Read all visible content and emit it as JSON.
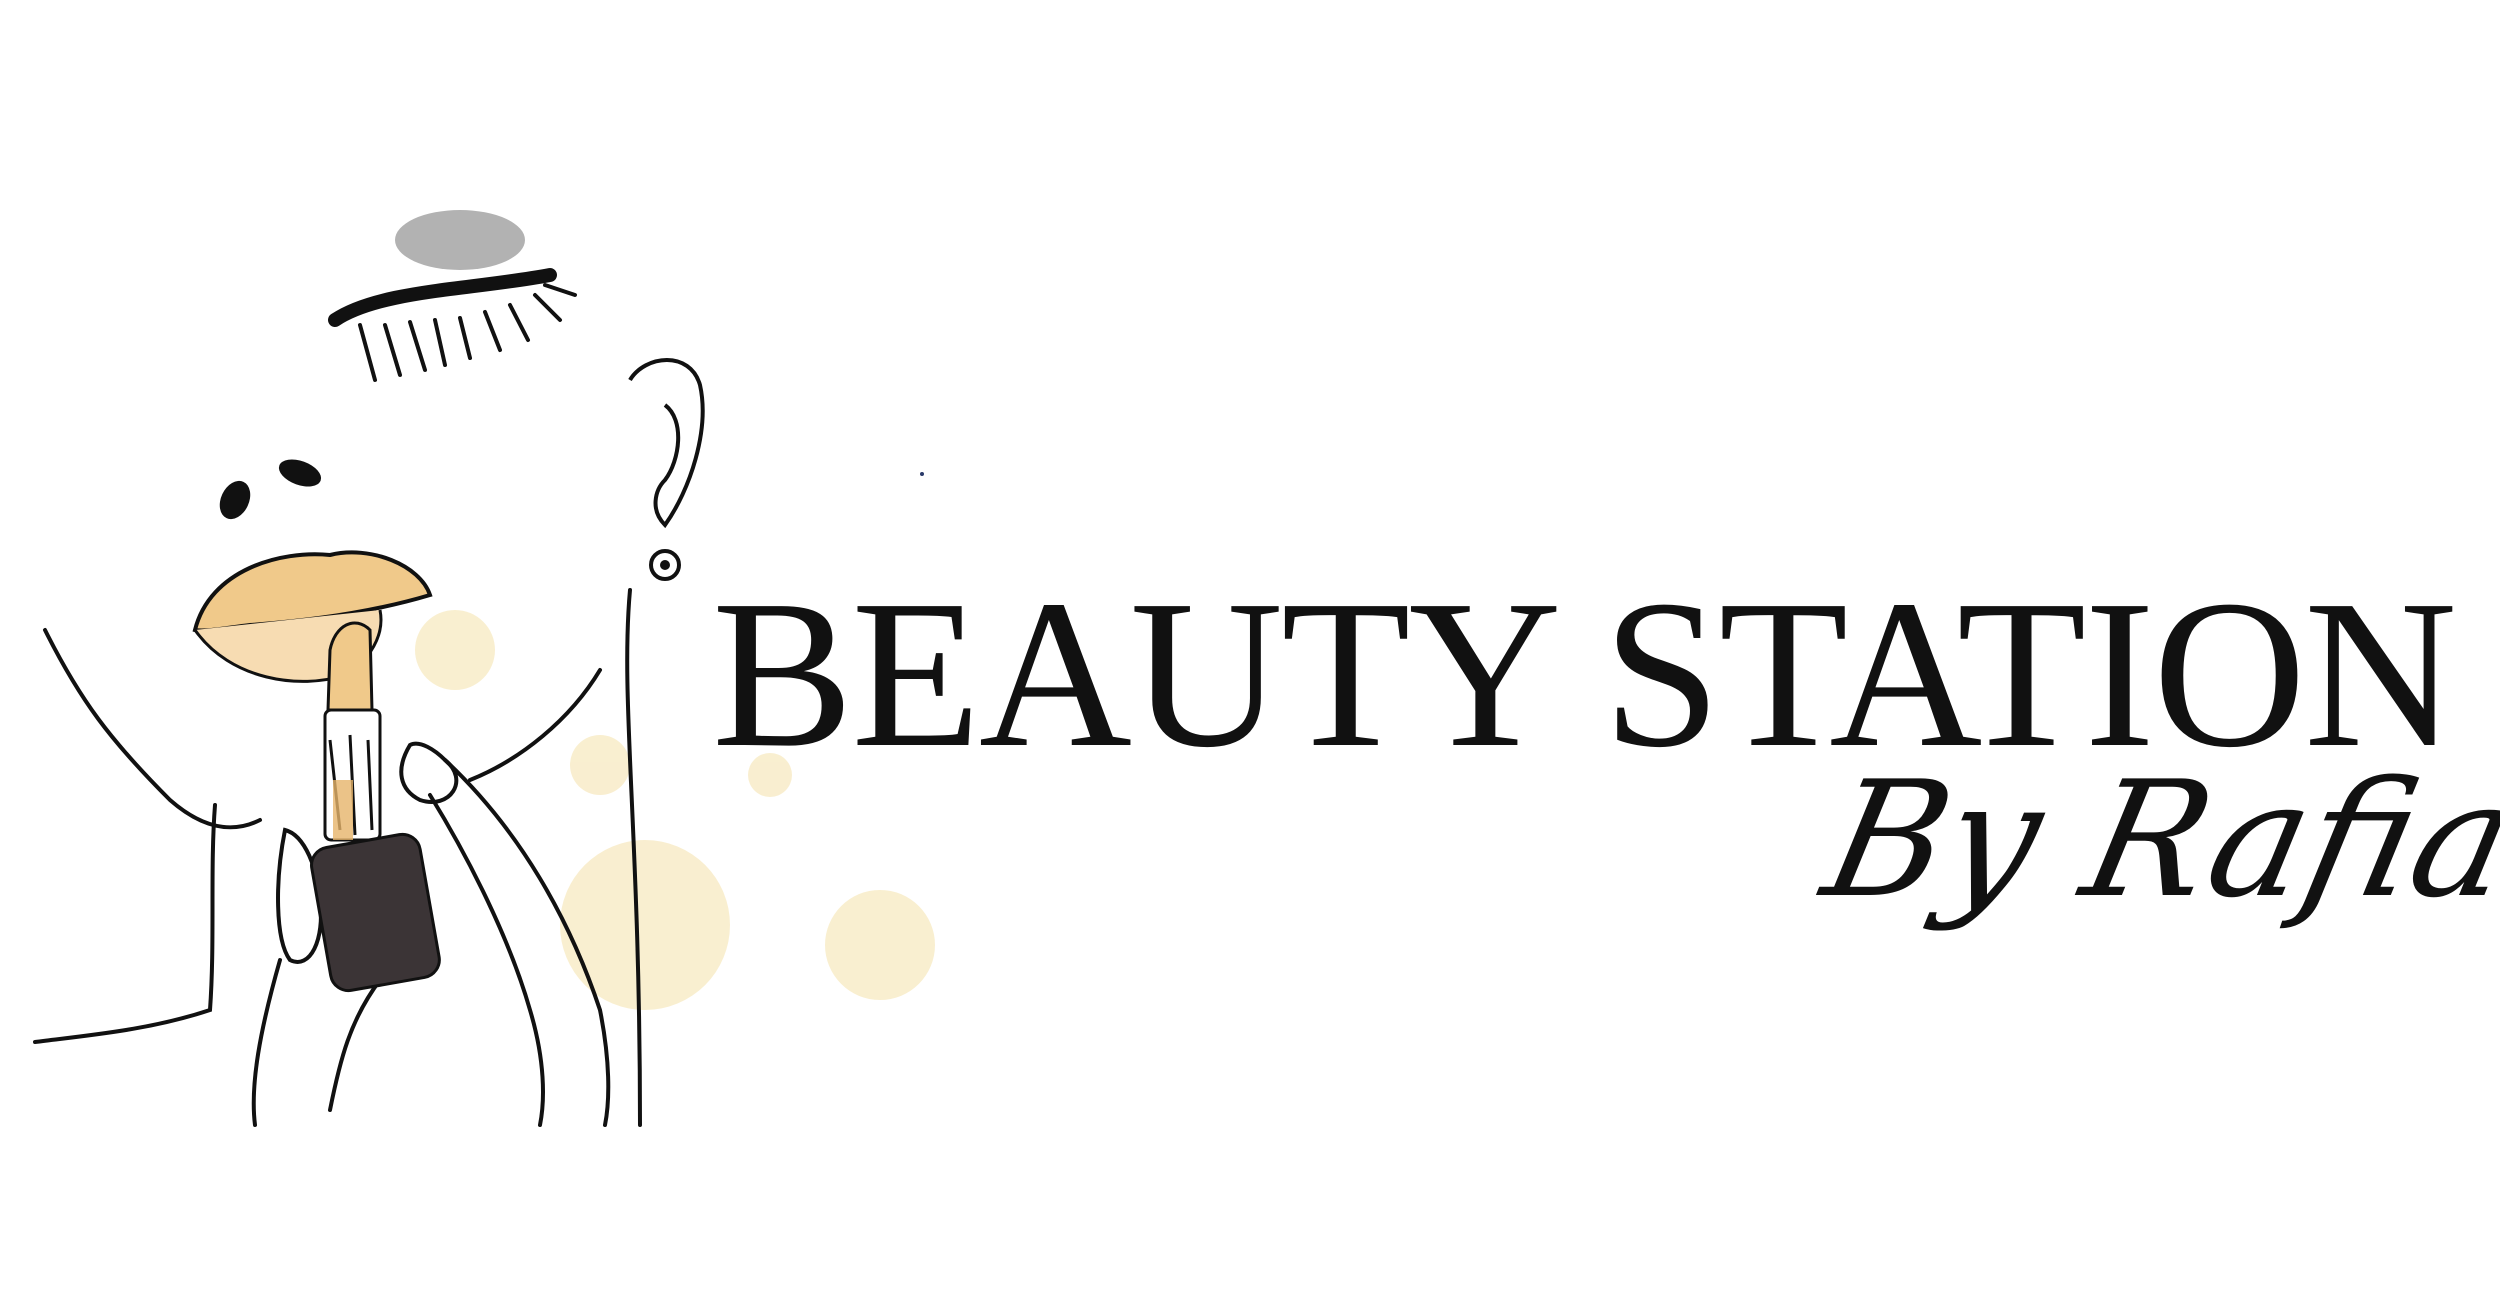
{
  "logo": {
    "title": "BEAUTY STATION",
    "tagline": "By Rafia",
    "text_color": "#111111",
    "lip_color": "#f0c98a",
    "splash_color": "#f8ecc8"
  },
  "illustration": {
    "icon": "woman-applying-lipstick-illustration"
  }
}
